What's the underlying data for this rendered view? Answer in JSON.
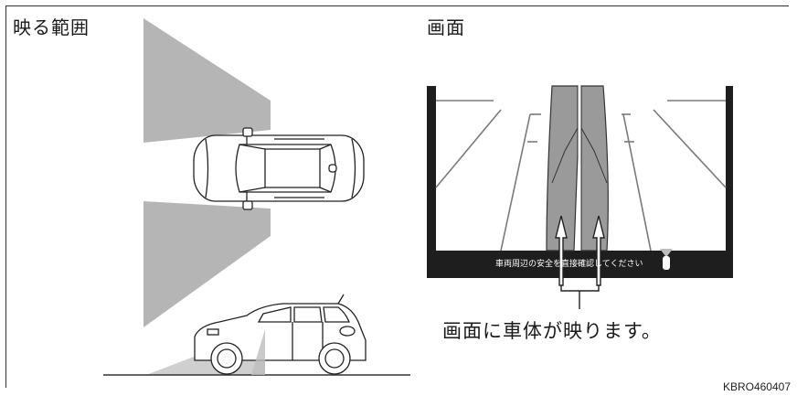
{
  "left_heading": "映る範囲",
  "right_heading": "画面",
  "screen_message": "車両周辺の安全を直接確認してください",
  "caption": "画面に車体が映ります。",
  "figure_code": "KBRO460407"
}
